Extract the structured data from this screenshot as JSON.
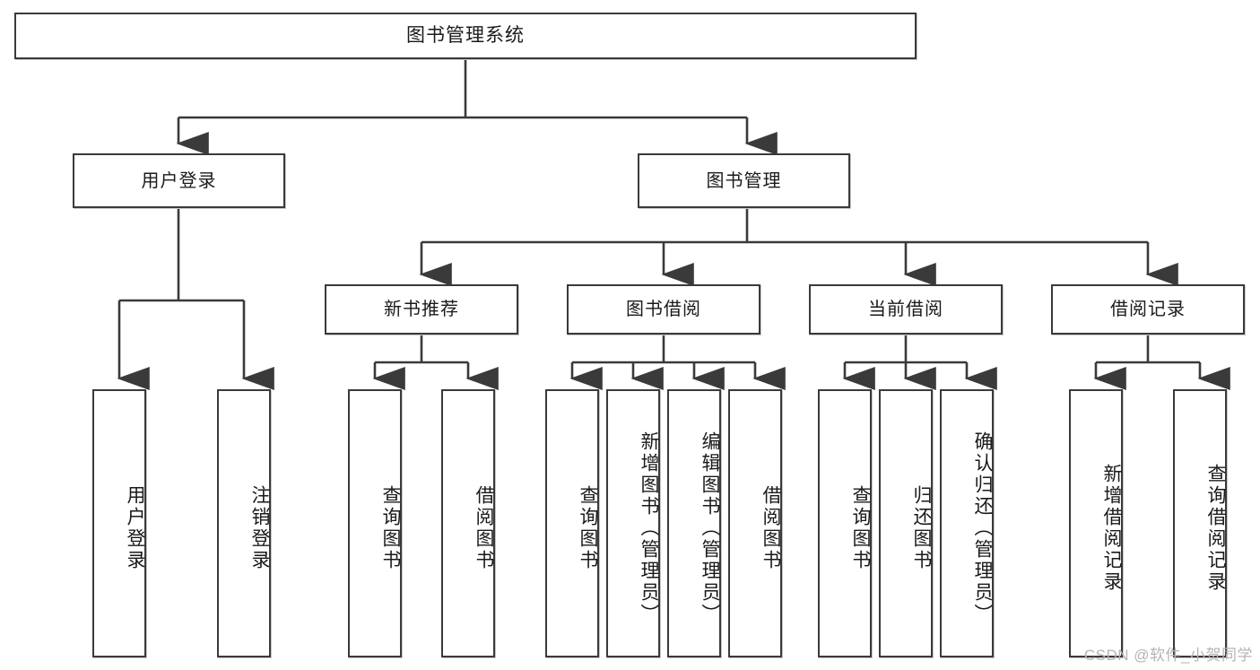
{
  "diagram": {
    "type": "tree",
    "title": "图书管理系统",
    "watermark": "CSDN @软件_小贺同学",
    "colors": {
      "box_border": "#3a3a3a",
      "box_fill": "#ffffff",
      "edge": "#3a3a3a",
      "text": "#1a1a1a",
      "watermark": "#b4b4b4"
    },
    "nodes": {
      "root": {
        "label": "图书管理系统"
      },
      "level2": [
        {
          "label": "用户登录"
        },
        {
          "label": "图书管理"
        }
      ],
      "level3": [
        {
          "label": "新书推荐"
        },
        {
          "label": "图书借阅"
        },
        {
          "label": "当前借阅"
        },
        {
          "label": "借阅记录"
        }
      ],
      "leaves": {
        "user_login": [
          {
            "label": "用户登录"
          },
          {
            "label": "注销登录"
          }
        ],
        "new_book": [
          {
            "label": "查询图书"
          },
          {
            "label": "借阅图书"
          }
        ],
        "book_borrow": [
          {
            "label": "查询图书"
          },
          {
            "label": "新增图书（管理员）"
          },
          {
            "label": "编辑图书（管理员）"
          },
          {
            "label": "借阅图书"
          }
        ],
        "current_borrow": [
          {
            "label": "查询图书"
          },
          {
            "label": "归还图书"
          },
          {
            "label": "确认归还（管理员）"
          }
        ],
        "borrow_record": [
          {
            "label": "新增借阅记录"
          },
          {
            "label": "查询借阅记录"
          }
        ]
      }
    }
  }
}
